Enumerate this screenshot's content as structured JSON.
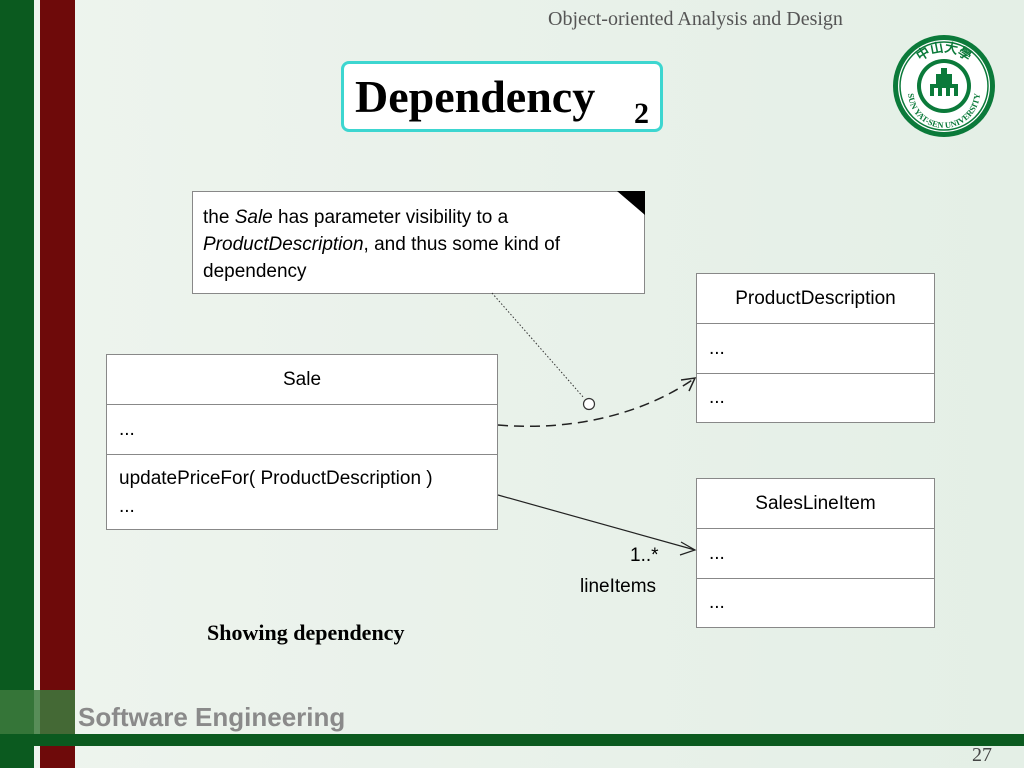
{
  "header": {
    "course_title": "Object-oriented Analysis and Design",
    "slide_title": "Dependency",
    "slide_title_sub": "2"
  },
  "logo": {
    "text": "SUN YAT-SEN UNIVERSITY",
    "cn_text": "中山大學",
    "icon": "university-seal-icon",
    "color": "#0b7a3a"
  },
  "note": {
    "t1": "the ",
    "t2": "Sale",
    "t3": " has parameter visibility to a ",
    "t4": "ProductDescription",
    "t5": ", and thus some kind of dependency"
  },
  "classes": {
    "sale": {
      "name": "Sale",
      "attrs": "...",
      "op1": "updatePriceFor( ProductDescription )",
      "op2": "..."
    },
    "product_description": {
      "name": "ProductDescription",
      "attrs": "...",
      "ops": "..."
    },
    "sales_line_item": {
      "name": "SalesLineItem",
      "attrs": "...",
      "ops": "..."
    }
  },
  "association": {
    "multiplicity": "1..*",
    "role": "lineItems"
  },
  "caption": "Showing dependency",
  "footer": {
    "text": "Software Engineering",
    "page": "27"
  },
  "colors": {
    "green": "#0b5a1f",
    "red": "#6e0a0a",
    "title_border": "#3dd6d0"
  }
}
